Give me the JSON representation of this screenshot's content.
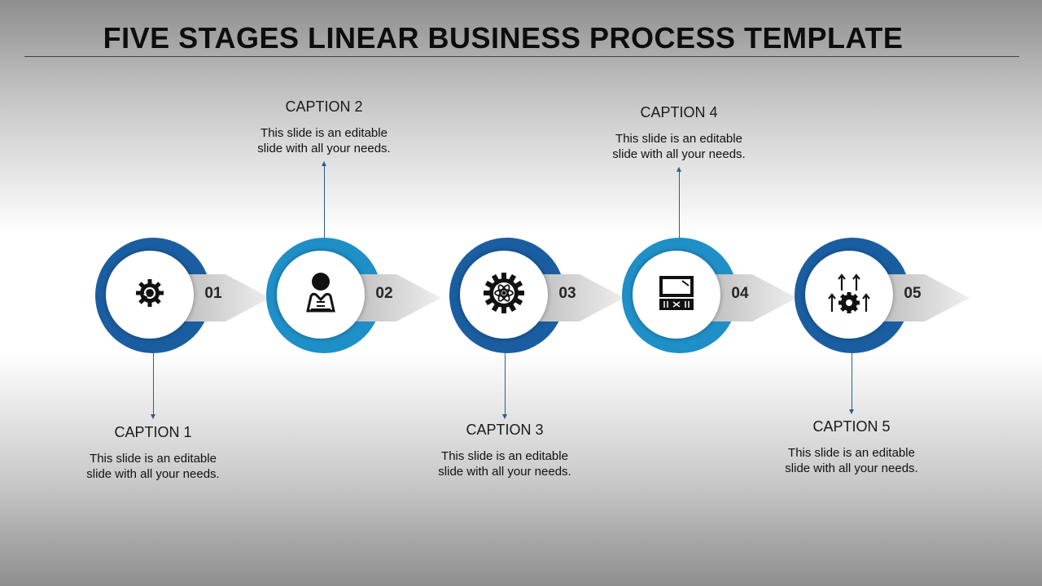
{
  "title": "FIVE STAGES LINEAR BUSINESS PROCESS TEMPLATE",
  "colors": {
    "dark_blue": "#1a5ea1",
    "light_blue": "#1f8fc7",
    "connector": "#2a5f86"
  },
  "stages": [
    {
      "number": "01",
      "caption": "CAPTION 1",
      "text_line1": "This slide is an editable",
      "text_line2": "slide with all your needs.",
      "icon": "gear-refresh-icon"
    },
    {
      "number": "02",
      "caption": "CAPTION 2",
      "text_line1": "This slide is an editable",
      "text_line2": "slide with all your needs.",
      "icon": "presenter-icon"
    },
    {
      "number": "03",
      "caption": "CAPTION 3",
      "text_line1": "This slide is an editable",
      "text_line2": "slide with all your needs.",
      "icon": "gear-atom-icon"
    },
    {
      "number": "04",
      "caption": "CAPTION 4",
      "text_line1": "This slide is an editable",
      "text_line2": "slide with all your needs.",
      "icon": "monitor-board-icon"
    },
    {
      "number": "05",
      "caption": "CAPTION 5",
      "text_line1": "This slide is an editable",
      "text_line2": "slide with all your needs.",
      "icon": "gear-arrows-up-icon"
    }
  ]
}
